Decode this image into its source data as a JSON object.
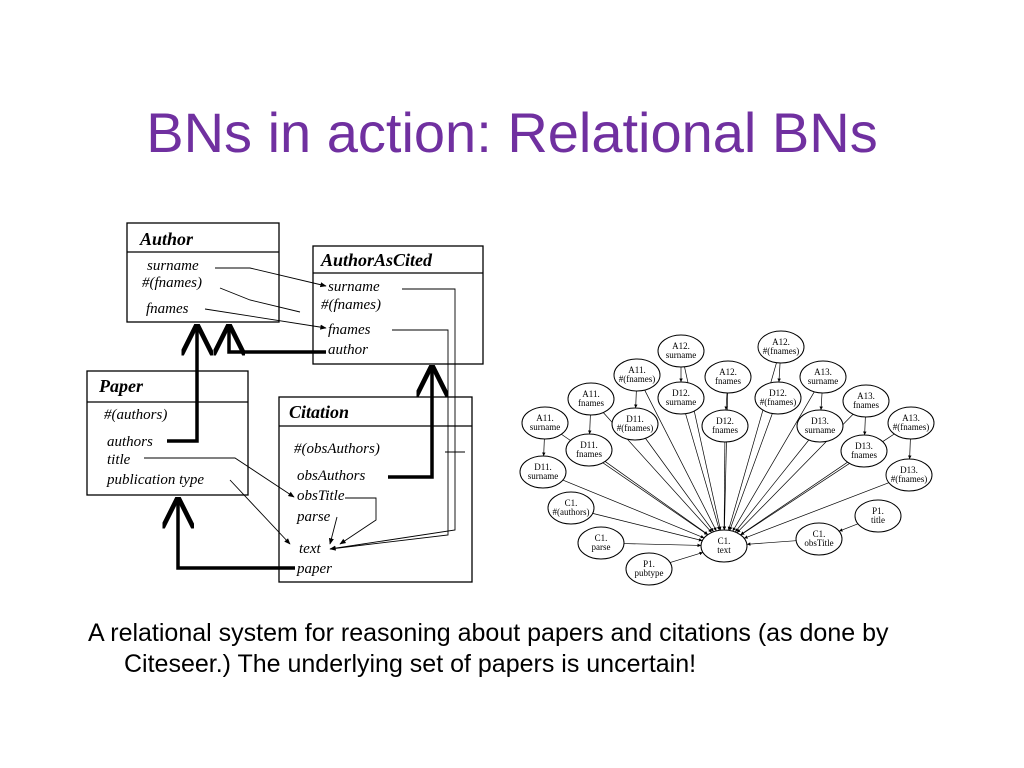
{
  "slide": {
    "title": "BNs in action: Relational BNs",
    "caption": "A relational system for reasoning about papers and citations (as done by Citeseer.) The underlying set of papers is uncertain!"
  },
  "schema": {
    "classes": [
      {
        "key": "author",
        "title": "Author",
        "attributes": [
          "surname",
          "#(fnames)",
          "fnames"
        ]
      },
      {
        "key": "authorascited",
        "title": "AuthorAsCited",
        "attributes": [
          "surname",
          "#(fnames)",
          "fnames",
          "author"
        ]
      },
      {
        "key": "paper",
        "title": "Paper",
        "attributes": [
          "#(authors)",
          "authors",
          "title",
          "publication type"
        ]
      },
      {
        "key": "citation",
        "title": "Citation",
        "attributes": [
          "#(obsAuthors)",
          "obsAuthors",
          "obsTitle",
          "parse",
          "text",
          "paper"
        ]
      }
    ]
  },
  "network": {
    "nodes": [
      {
        "key": "a12-surname",
        "line1": "A12.",
        "line2": "surname"
      },
      {
        "key": "a12-numfnames",
        "line1": "A12.",
        "line2": "#(fnames)"
      },
      {
        "key": "a11-numfnames",
        "line1": "A11.",
        "line2": "#(fnames)"
      },
      {
        "key": "a12-fnames",
        "line1": "A12.",
        "line2": "fnames"
      },
      {
        "key": "a13-surname",
        "line1": "A13.",
        "line2": "surname"
      },
      {
        "key": "a11-fnames",
        "line1": "A11.",
        "line2": "fnames"
      },
      {
        "key": "d12-surname",
        "line1": "D12.",
        "line2": "surname"
      },
      {
        "key": "d12-numfnames",
        "line1": "D12.",
        "line2": "#(fnames)"
      },
      {
        "key": "a13-fnames",
        "line1": "A13.",
        "line2": "fnames"
      },
      {
        "key": "a11-surname",
        "line1": "A11.",
        "line2": "surname"
      },
      {
        "key": "d11-numfnames",
        "line1": "D11.",
        "line2": "#(fnames)"
      },
      {
        "key": "d12-fnames",
        "line1": "D12.",
        "line2": "fnames"
      },
      {
        "key": "d13-surname",
        "line1": "D13.",
        "line2": "surname"
      },
      {
        "key": "a13-numfnames",
        "line1": "A13.",
        "line2": "#(fnames)"
      },
      {
        "key": "d11-fnames",
        "line1": "D11.",
        "line2": "fnames"
      },
      {
        "key": "d13-fnames",
        "line1": "D13.",
        "line2": "fnames"
      },
      {
        "key": "d11-surname",
        "line1": "D11.",
        "line2": "surname"
      },
      {
        "key": "d13-numfnames",
        "line1": "D13.",
        "line2": "#(fnames)"
      },
      {
        "key": "c1-numauthors",
        "line1": "C1.",
        "line2": "#(authors)"
      },
      {
        "key": "p1-title",
        "line1": "P1.",
        "line2": "title"
      },
      {
        "key": "c1-obstitle",
        "line1": "C1.",
        "line2": "obsTitle"
      },
      {
        "key": "c1-parse",
        "line1": "C1.",
        "line2": "parse"
      },
      {
        "key": "c1-text",
        "line1": "C1.",
        "line2": "text"
      },
      {
        "key": "p1-pubtype",
        "line1": "P1.",
        "line2": "pubtype"
      }
    ],
    "edges": [
      [
        "a12-surname",
        "d12-surname"
      ],
      [
        "a12-numfnames",
        "d12-numfnames"
      ],
      [
        "a12-fnames",
        "d12-fnames"
      ],
      [
        "a11-numfnames",
        "d11-numfnames"
      ],
      [
        "a11-fnames",
        "d11-fnames"
      ],
      [
        "a11-surname",
        "d11-surname"
      ],
      [
        "a13-surname",
        "d13-surname"
      ],
      [
        "a13-fnames",
        "d13-fnames"
      ],
      [
        "a13-numfnames",
        "d13-numfnames"
      ],
      [
        "a12-surname",
        "c1-text"
      ],
      [
        "a12-numfnames",
        "c1-text"
      ],
      [
        "a11-numfnames",
        "c1-text"
      ],
      [
        "a12-fnames",
        "c1-text"
      ],
      [
        "a13-surname",
        "c1-text"
      ],
      [
        "a11-fnames",
        "c1-text"
      ],
      [
        "d12-surname",
        "c1-text"
      ],
      [
        "d12-numfnames",
        "c1-text"
      ],
      [
        "a13-fnames",
        "c1-text"
      ],
      [
        "a11-surname",
        "c1-text"
      ],
      [
        "d11-numfnames",
        "c1-text"
      ],
      [
        "d12-fnames",
        "c1-text"
      ],
      [
        "d13-surname",
        "c1-text"
      ],
      [
        "a13-numfnames",
        "c1-text"
      ],
      [
        "d11-fnames",
        "c1-text"
      ],
      [
        "d13-fnames",
        "c1-text"
      ],
      [
        "d11-surname",
        "c1-text"
      ],
      [
        "d13-numfnames",
        "c1-text"
      ],
      [
        "c1-numauthors",
        "c1-text"
      ],
      [
        "p1-title",
        "c1-obstitle"
      ],
      [
        "c1-obstitle",
        "c1-text"
      ],
      [
        "c1-parse",
        "c1-text"
      ],
      [
        "p1-pubtype",
        "c1-text"
      ]
    ]
  }
}
